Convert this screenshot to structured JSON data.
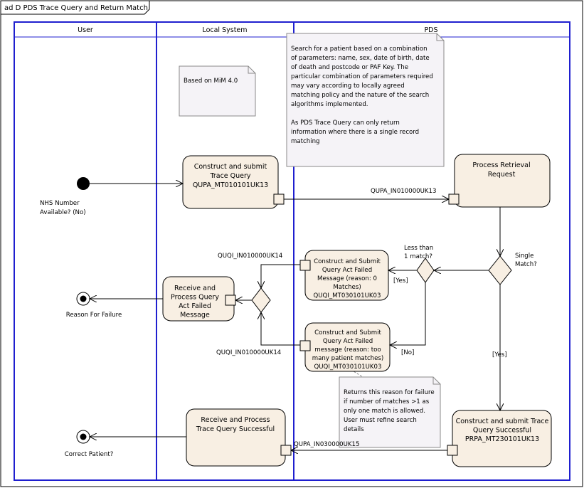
{
  "diagram_title": "ad D PDS Trace Query and Return Match",
  "lanes": {
    "user": "User",
    "local": "Local System",
    "pds": "PDS"
  },
  "notes": {
    "mim": "Based on MiM 4.0",
    "search": [
      "Search for a patient based on a combination",
      "of parameters: name, sex, date of birth, date",
      "of death and postcode or PAF Key. The",
      "particular combination of parameters required",
      "may vary according to locally agreed",
      "matching policy and the nature of the search",
      "algorithms implemented.",
      "",
      "As PDS Trace Query can only return",
      "information where there is a single record",
      "matching"
    ],
    "failure": [
      "Returns this reason for failure",
      "if number of matches >1 as",
      "only one match is allowed.",
      "User must refine search",
      "details"
    ]
  },
  "nodes": {
    "start_label": [
      "NHS Number",
      "Available? (No)"
    ],
    "failure_end_label": "Reason For Failure",
    "success_end_label": "Correct Patient?"
  },
  "activities": {
    "construct_trace": [
      "Construct and submit",
      "Trace Query",
      "QUPA_MT010101UK13"
    ],
    "process_retrieval": [
      "Process Retrieval",
      "Request"
    ],
    "failed_zero": [
      "Construct and Submit",
      "Query Act Failed",
      "Message (reason: 0",
      "Matches)",
      "QUQI_MT030101UK03"
    ],
    "failed_many": [
      "Construct and Submit",
      "Query Act Failed",
      "message (reason: too",
      "many patient matches)",
      "QUQI_MT030101UK03"
    ],
    "receive_failed": [
      "Receive and",
      "Process Query",
      "Act Failed",
      "Message"
    ],
    "receive_success": [
      "Receive and Process",
      "Trace Query Successful"
    ],
    "construct_success": [
      "Construct and submit Trace",
      "Query Successful",
      "PRPA_MT230101UK13"
    ]
  },
  "flow_labels": {
    "qupa_in": "QUPA_IN010000UK13",
    "quqi_top": "QUQI_IN010000UK14",
    "quqi_bottom": "QUQI_IN010000UK14",
    "qupa_out": "QUPA_IN030000UK15",
    "less_than": [
      "Less than",
      "1 match?"
    ],
    "single_match": [
      "Single",
      "Match?"
    ],
    "yes1": "[Yes]",
    "no1": "[No]",
    "yes2": "[Yes]"
  }
}
